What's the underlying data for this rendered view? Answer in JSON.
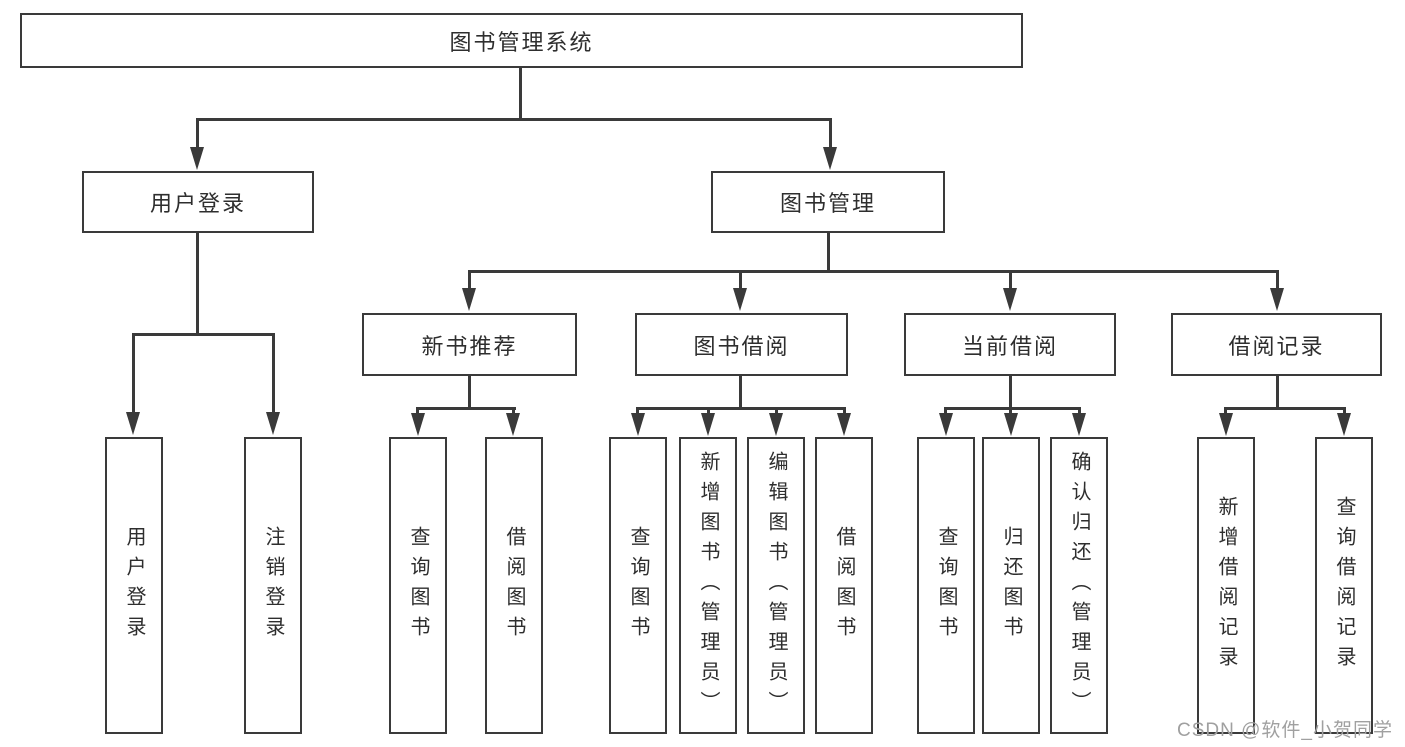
{
  "diagram": {
    "root": {
      "label": "图书管理系统"
    },
    "user_login": {
      "label": "用户登录",
      "children": [
        {
          "label": "用户登录"
        },
        {
          "label": "注销登录"
        }
      ]
    },
    "book_mgmt": {
      "label": "图书管理",
      "sections": [
        {
          "label": "新书推荐",
          "children": [
            {
              "label": "查询图书"
            },
            {
              "label": "借阅图书"
            }
          ]
        },
        {
          "label": "图书借阅",
          "children": [
            {
              "label": "查询图书"
            },
            {
              "label": "新增图书（管理员）"
            },
            {
              "label": "编辑图书（管理员）"
            },
            {
              "label": "借阅图书"
            }
          ]
        },
        {
          "label": "当前借阅",
          "children": [
            {
              "label": "查询图书"
            },
            {
              "label": "归还图书"
            },
            {
              "label": "确认归还（管理员）"
            }
          ]
        },
        {
          "label": "借阅记录",
          "children": [
            {
              "label": "新增借阅记录"
            },
            {
              "label": "查询借阅记录"
            }
          ]
        }
      ]
    },
    "watermark": "CSDN @软件_小贺同学",
    "colors": {
      "line": "#3a3a3a",
      "text": "#2e2e2e",
      "watermark": "#a0a0a0",
      "background": "#ffffff"
    }
  }
}
